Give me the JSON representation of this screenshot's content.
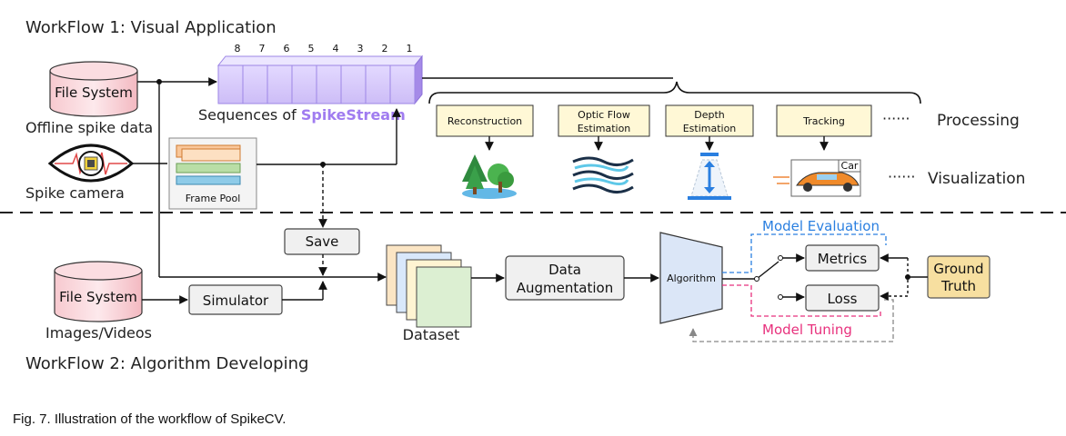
{
  "workflow1": {
    "title": "WorkFlow 1: Visual Application",
    "file_system": "File System",
    "offline_label": "Offline spike data",
    "spike_camera_label": "Spike camera",
    "frame_pool_label": "Frame Pool",
    "stream_numbers": [
      "8",
      "7",
      "6",
      "5",
      "4",
      "3",
      "2",
      "1"
    ],
    "sequences_prefix": "Sequences of ",
    "sequences_highlight": "SpikeStream",
    "tasks": [
      {
        "line1": "Reconstruction",
        "line2": ""
      },
      {
        "line1": "Optic Flow",
        "line2": "Estimation"
      },
      {
        "line1": "Depth",
        "line2": "Estimation"
      },
      {
        "line1": "Tracking",
        "line2": ""
      }
    ],
    "ellipsis": "······",
    "processing_label": "Processing",
    "visualization_label": "Visualization",
    "car_label": "Car"
  },
  "workflow2": {
    "title": "WorkFlow 2: Algorithm Developing",
    "file_system": "File System",
    "images_videos_label": "Images/Videos",
    "simulator_label": "Simulator",
    "save_label": "Save",
    "dataset_label": "Dataset",
    "augmentation_line1": "Data",
    "augmentation_line2": "Augmentation",
    "algorithm_label": "Algorithm",
    "model_evaluation": "Model Evaluation",
    "model_tuning": "Model Tuning",
    "metrics_label": "Metrics",
    "loss_label": "Loss",
    "ground_truth_line1": "Ground",
    "ground_truth_line2": "Truth"
  },
  "caption": "Fig. 7. Illustration of the workflow of SpikeCV.",
  "colors": {
    "stream_purple": "#c8b8f5",
    "spikestream_text": "#a07cf0",
    "task_fill": "#fff8d6",
    "ground_truth_fill": "#f7dfa0",
    "evaluation_blue": "#2a7fe0",
    "tuning_pink": "#e8317d",
    "algorithm_fill": "#dbe6f7"
  }
}
